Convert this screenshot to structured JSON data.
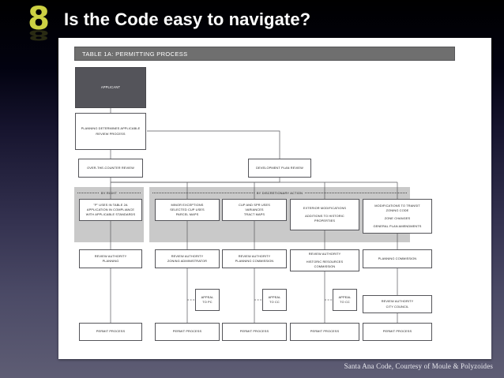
{
  "slide": {
    "number": "8",
    "title": "Is the Code easy to navigate?",
    "attribution": "Santa Ana Code, Courtesy of Moule & Polyzoides",
    "accent_color": "#cdd143",
    "background_top": "#000000",
    "background_bottom": "#5e5d74"
  },
  "diagram": {
    "banner": "TABLE 1A: PERMITTING PROCESS",
    "banner_bg": "#6f6f6f",
    "group_bg": "#c9c9c9",
    "node_dark_bg": "#54545a",
    "groups": [
      {
        "label": "BY RIGHT"
      },
      {
        "label": "BY DISCRETIONARY ACTION"
      }
    ],
    "nodes": {
      "applicant": {
        "lines": [
          "APPLICANT"
        ]
      },
      "planning_determines": {
        "lines": [
          "PLANNING DETERMINES APPLICABLE",
          "REVIEW PROCESS"
        ]
      },
      "over_the_counter": {
        "lines": [
          "OVER-THE-COUNTER REVIEW"
        ]
      },
      "development_plan": {
        "lines": [
          "DEVELOPMENT PLAN REVIEW"
        ]
      },
      "by_right_uses": {
        "lines": [
          "\"P\" USES IN TABLE 2A",
          "APPLICATION IN COMPLIANCE",
          "WITH APPLICABLE STANDARDS"
        ]
      },
      "minor_exceptions": {
        "lines": [
          "MINOR EXCEPTIONS",
          "SELECTED CUP USES",
          "PARCEL MAPS"
        ]
      },
      "cup_spr_uses": {
        "lines": [
          "CUP AND SPR USES",
          "VARIANCES",
          "TRACT MAPS"
        ]
      },
      "exterior_mods": {
        "lines": [
          "EXTERIOR MODIFICATIONS",
          "ADDITIONS TO HISTORIC",
          "PROPERTIES"
        ]
      },
      "transit_mods": {
        "lines": [
          "MODIFICATIONS TO TRANSIT",
          "ZONING CODE",
          "ZONE CHANGES",
          "GENERAL PLAN AMENDMENTS"
        ]
      },
      "ra_planning": {
        "lines": [
          "REVIEW AUTHORITY",
          "PLANNING"
        ]
      },
      "ra_zoning_admin": {
        "lines": [
          "REVIEW AUTHORITY",
          "ZONING ADMINISTRATOR"
        ]
      },
      "ra_planning_comm": {
        "lines": [
          "REVIEW AUTHORITY",
          "PLANNING COMMISSION"
        ]
      },
      "ra_historic": {
        "lines": [
          "REVIEW AUTHORITY",
          "HISTORIC RESOURCES",
          "COMMISSION"
        ]
      },
      "planning_commission": {
        "lines": [
          "PLANNING COMMISSION"
        ]
      },
      "appeal_pc": {
        "lines": [
          "APPEAL",
          "TO PC"
        ]
      },
      "appeal_cc_1": {
        "lines": [
          "APPEAL",
          "TO CC"
        ]
      },
      "appeal_cc_2": {
        "lines": [
          "APPEAL",
          "TO CC"
        ]
      },
      "ra_city_council": {
        "lines": [
          "REVIEW AUTHORITY",
          "CITY COUNCIL"
        ]
      },
      "permit_1": {
        "lines": [
          "PERMIT PROCESS"
        ]
      },
      "permit_2": {
        "lines": [
          "PERMIT PROCESS"
        ]
      },
      "permit_3": {
        "lines": [
          "PERMIT PROCESS"
        ]
      },
      "permit_4": {
        "lines": [
          "PERMIT PROCESS"
        ]
      },
      "permit_5": {
        "lines": [
          "PERMIT PROCESS"
        ]
      }
    }
  }
}
